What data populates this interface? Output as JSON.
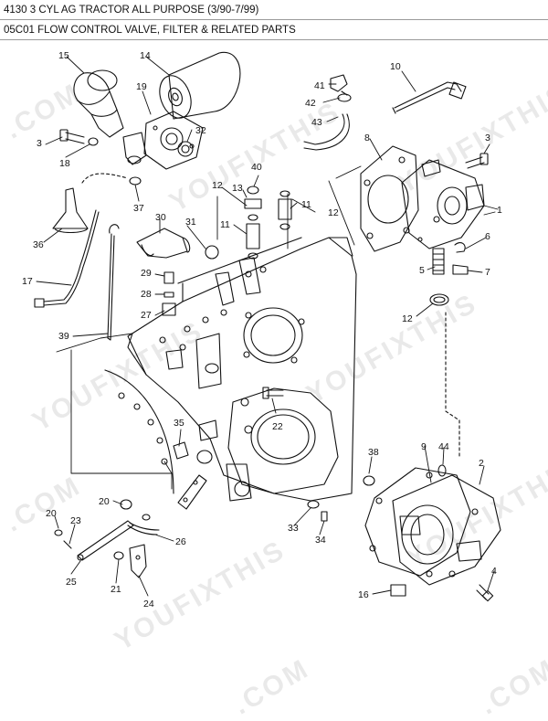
{
  "header": {
    "model_line": "4130 3 CYL AG TRACTOR ALL PURPOSE (3/90-7/99)",
    "section_line": "05C01 FLOW CONTROL VALVE, FILTER & RELATED PARTS"
  },
  "watermark": {
    "text_a": "YOUFIXTHIS",
    "text_b": ".COM"
  },
  "callouts": {
    "c1": "1",
    "c2": "2",
    "c3a": "3",
    "c3b": "3",
    "c4": "4",
    "c5": "5",
    "c6": "6",
    "c7": "7",
    "c8": "8",
    "c9": "9",
    "c10": "10",
    "c11a": "11",
    "c11b": "11",
    "c12a": "12",
    "c12b": "12",
    "c12c": "12",
    "c13": "13",
    "c14": "14",
    "c15": "15",
    "c16": "16",
    "c17": "17",
    "c18": "18",
    "c19": "19",
    "c20a": "20",
    "c20b": "20",
    "c21": "21",
    "c22": "22",
    "c23": "23",
    "c24": "24",
    "c25": "25",
    "c26": "26",
    "c27": "27",
    "c28": "28",
    "c29": "29",
    "c30": "30",
    "c31": "31",
    "c32": "32",
    "c33": "33",
    "c34": "34",
    "c35": "35",
    "c36": "36",
    "c37": "37",
    "c38": "38",
    "c39": "39",
    "c40": "40",
    "c41": "41",
    "c42": "42",
    "c43": "43",
    "c44": "44"
  },
  "colors": {
    "line": "#111111",
    "watermark": "#000000"
  }
}
